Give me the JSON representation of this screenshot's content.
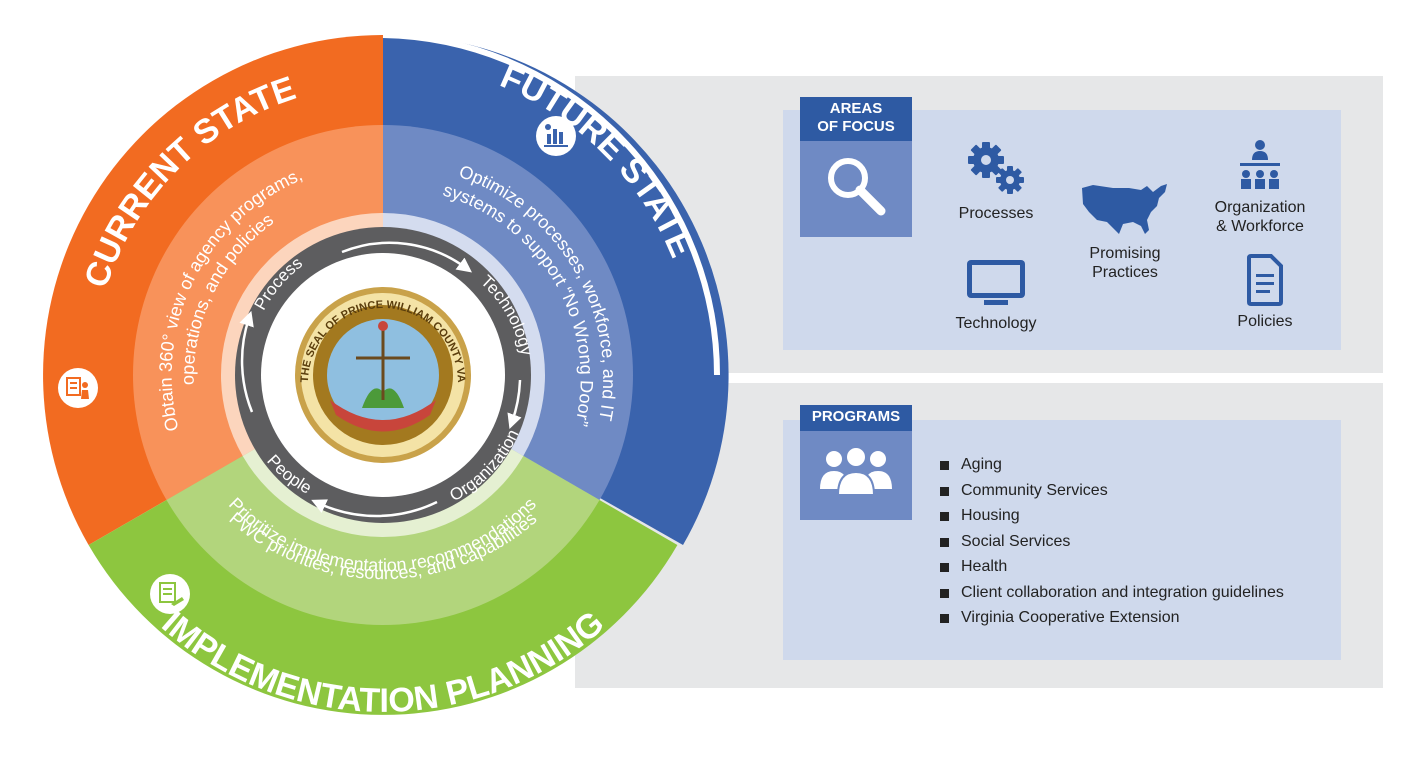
{
  "cycle": {
    "current_state": {
      "title": "CURRENT STATE",
      "desc_line1": "Obtain 360° view of agency programs,",
      "desc_line2": "operations, and policies",
      "color": "#f26b21"
    },
    "future_state": {
      "title": "FUTURE STATE",
      "desc_line1": "Optimize processes, workforce, and IT",
      "desc_line2": "systems to support “No Wrong Door”",
      "color": "#3a63ad"
    },
    "implementation_planning": {
      "title": "IMPLEMENTATION PLANNING",
      "desc_line1": "Prioritize implementation recommendations",
      "desc_line2": "PWC priorities, resources, and capabilities",
      "color": "#8dc63f"
    },
    "inner_ring": [
      "Process",
      "Technology",
      "Organization",
      "People"
    ],
    "seal": {
      "text": "THE SEAL OF PRINCE WILLIAM COUNTY VA"
    }
  },
  "areas_of_focus": {
    "badge": [
      "AREAS",
      "OF FOCUS"
    ],
    "icon": "magnifier-icon",
    "items": [
      {
        "label": "Processes",
        "icon": "gears-icon"
      },
      {
        "label": "Technology",
        "icon": "monitor-icon"
      },
      {
        "label": [
          "Promising",
          "Practices"
        ],
        "icon": "usa-map-icon"
      },
      {
        "label": [
          "Organization",
          "& Workforce"
        ],
        "icon": "org-chart-icon"
      },
      {
        "label": "Policies",
        "icon": "document-icon"
      }
    ]
  },
  "programs": {
    "badge": "PROGRAMS",
    "icon": "people-group-icon",
    "items": [
      "Aging",
      "Community Services",
      "Housing",
      "Social Services",
      "Health",
      "Client collaboration and integration guidelines",
      "Virginia Cooperative Extension"
    ]
  }
}
